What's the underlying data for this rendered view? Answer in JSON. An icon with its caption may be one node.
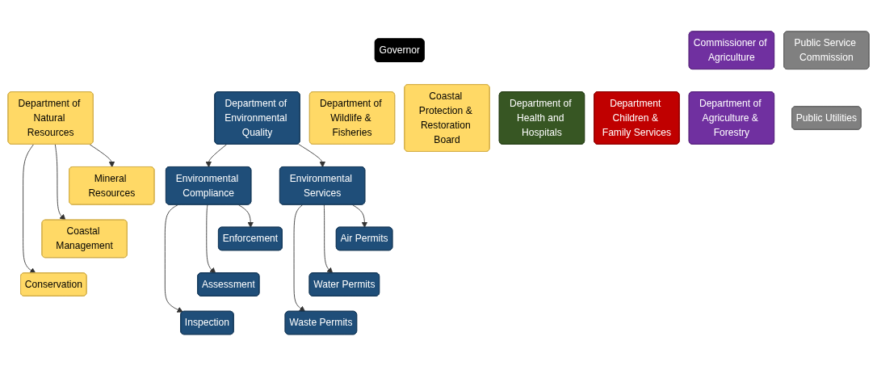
{
  "diagram": {
    "nodes": [
      {
        "text": [
          "Governor"
        ]
      },
      {
        "text": [
          "Commissioner of Agriculture"
        ]
      },
      {
        "text": [
          "Public Service Commission"
        ]
      },
      {
        "text": [
          "Department of Environmental Quality"
        ]
      },
      {
        "text": [
          "Department of Natural Resources"
        ]
      },
      {
        "text": [
          "Department of Wildlife & Fisheries"
        ]
      },
      {
        "text": [
          "Coastal Protection & Restoration Board"
        ]
      },
      {
        "text": [
          "Department of Health and Hospitals"
        ]
      },
      {
        "text": [
          "Department Children & Family Services"
        ]
      },
      {
        "text": [
          "Department of Agriculture & Forestry"
        ]
      },
      {
        "text": [
          "Public Utilities"
        ]
      },
      {
        "text": [
          "Mineral Resources"
        ]
      },
      {
        "text": [
          "Coastal Management"
        ]
      },
      {
        "text": [
          "Conservation"
        ]
      },
      {
        "text": [
          "Environmental Compliance"
        ]
      },
      {
        "text": [
          "Environmental Services"
        ]
      },
      {
        "text": [
          "Enforcement"
        ]
      },
      {
        "text": [
          "Assessment"
        ]
      },
      {
        "text": [
          "Inspection"
        ]
      },
      {
        "text": [
          "Air Permits"
        ]
      },
      {
        "text": [
          "Water Permits"
        ]
      },
      {
        "text": [
          "Waste Permits"
        ]
      }
    ],
    "edges": [
      {
        "from": 3,
        "to": 14,
        "arrow": "to"
      },
      {
        "from": 3,
        "to": 15,
        "arrow": "to"
      },
      {
        "from": 4,
        "to": 11,
        "arrow": "to"
      },
      {
        "from": 4,
        "to": 12,
        "arrow": "to"
      },
      {
        "from": 4,
        "to": 13,
        "arrow": "to"
      },
      {
        "from": 14,
        "to": 16,
        "arrow": "to"
      },
      {
        "from": 14,
        "to": 17,
        "arrow": "to"
      },
      {
        "from": 14,
        "to": 18,
        "arrow": "to"
      },
      {
        "from": 15,
        "to": 19,
        "arrow": "to"
      },
      {
        "from": 15,
        "to": 20,
        "arrow": "to"
      },
      {
        "from": 15,
        "to": 21,
        "arrow": "to"
      }
    ]
  }
}
